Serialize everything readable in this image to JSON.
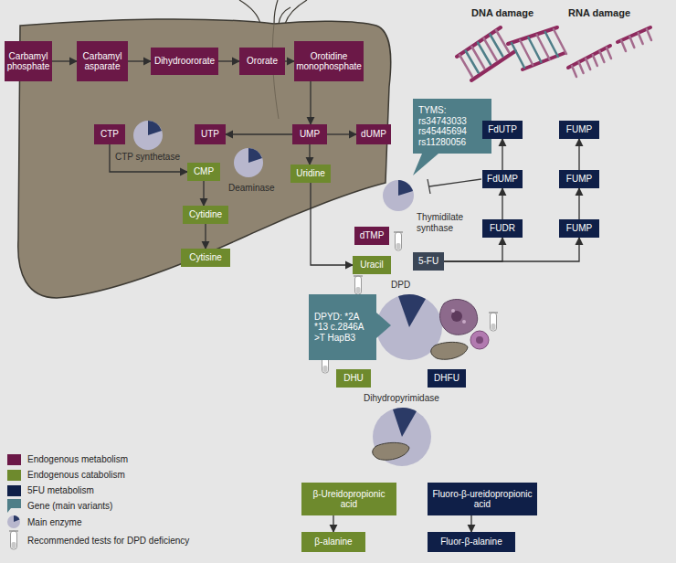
{
  "diagram": {
    "nodes": [
      {
        "text": [
          "Carbamyl phosphate"
        ]
      },
      {
        "text": [
          "Carbamyl asparate"
        ]
      },
      {
        "text": [
          "Dihydroororate"
        ]
      },
      {
        "text": [
          "Ororate"
        ]
      },
      {
        "text": [
          "Orotidine monophosphate"
        ]
      },
      {
        "text": [
          "CTP"
        ]
      },
      {
        "text": [
          "UTP"
        ]
      },
      {
        "text": [
          "UMP"
        ]
      },
      {
        "text": [
          "dUMP"
        ]
      },
      {
        "text": [
          "TYMS: rs34743033 rs45445694 rs11280056"
        ]
      },
      {
        "text": [
          "CMP"
        ]
      },
      {
        "text": [
          "Uridine"
        ]
      },
      {
        "text": [
          "Cytidine"
        ]
      },
      {
        "text": [
          "dTMP"
        ]
      },
      {
        "text": [
          "Cytisine"
        ]
      },
      {
        "text": [
          "Uracil"
        ]
      },
      {
        "text": [
          "FdUTP"
        ]
      },
      {
        "text": [
          "FUMP"
        ]
      },
      {
        "text": [
          "FdUMP"
        ]
      },
      {
        "text": [
          "FUMP"
        ]
      },
      {
        "text": [
          "FUDR"
        ]
      },
      {
        "text": [
          "FUMP"
        ]
      },
      {
        "text": [
          "5-FU"
        ]
      },
      {
        "text": [
          "DPYD: *2A *13 c.2846A >T HapB3"
        ]
      },
      {
        "text": [
          "DHU"
        ]
      },
      {
        "text": [
          "DHFU"
        ]
      },
      {
        "text": [
          "β-Ureidopropionic acid"
        ]
      },
      {
        "text": [
          "Fluoro-β-ureidopropionic acid"
        ]
      },
      {
        "text": [
          "β-alanine"
        ]
      },
      {
        "text": [
          "Fluor-β-alanine"
        ]
      }
    ],
    "edges": [
      {
        "from": 0,
        "to": 1,
        "arrow": "to"
      },
      {
        "from": 1,
        "to": 2,
        "arrow": "to"
      },
      {
        "from": 2,
        "to": 3,
        "arrow": "to"
      },
      {
        "from": 3,
        "to": 4,
        "arrow": "to"
      },
      {
        "from": 4,
        "to": 7,
        "arrow": "to"
      },
      {
        "from": 7,
        "to": 6,
        "arrow": "to"
      },
      {
        "from": 7,
        "to": 8,
        "arrow": "to"
      },
      {
        "from": 5,
        "to": 10,
        "arrow": "to"
      },
      {
        "from": 10,
        "to": 12,
        "arrow": "to"
      },
      {
        "from": 12,
        "to": 14,
        "arrow": "to"
      },
      {
        "from": 7,
        "to": 11,
        "arrow": "to"
      },
      {
        "from": 11,
        "to": 15,
        "arrow": "to"
      },
      {
        "from": 22,
        "to": 20,
        "arrow": "to"
      },
      {
        "from": 22,
        "to": 21,
        "arrow": "to"
      },
      {
        "from": 20,
        "to": 18,
        "arrow": "to"
      },
      {
        "from": 18,
        "to": 16,
        "arrow": "to"
      },
      {
        "from": 21,
        "to": 19,
        "arrow": "to"
      },
      {
        "from": 19,
        "to": 17,
        "arrow": "to"
      },
      {
        "from": 26,
        "to": 28,
        "arrow": "to"
      },
      {
        "from": 27,
        "to": 29,
        "arrow": "to"
      }
    ],
    "labels": [
      "DNA damage",
      "RNA damage",
      "CTP synthetase",
      "Deaminase",
      "Thymidilate synthase",
      "DPD",
      "Dihydropyrimidase"
    ],
    "legend": [
      {
        "text": "Endogenous metabolism",
        "color": "#6b1847"
      },
      {
        "text": "Endogenous catabolism",
        "color": "#6e8a2d"
      },
      {
        "text": "5FU metabolism",
        "color": "#0f1f48"
      },
      {
        "text": "Gene (main variants)"
      },
      {
        "text": "Main enzyme"
      },
      {
        "text": "Recommended tests for DPD deficiency"
      }
    ]
  }
}
